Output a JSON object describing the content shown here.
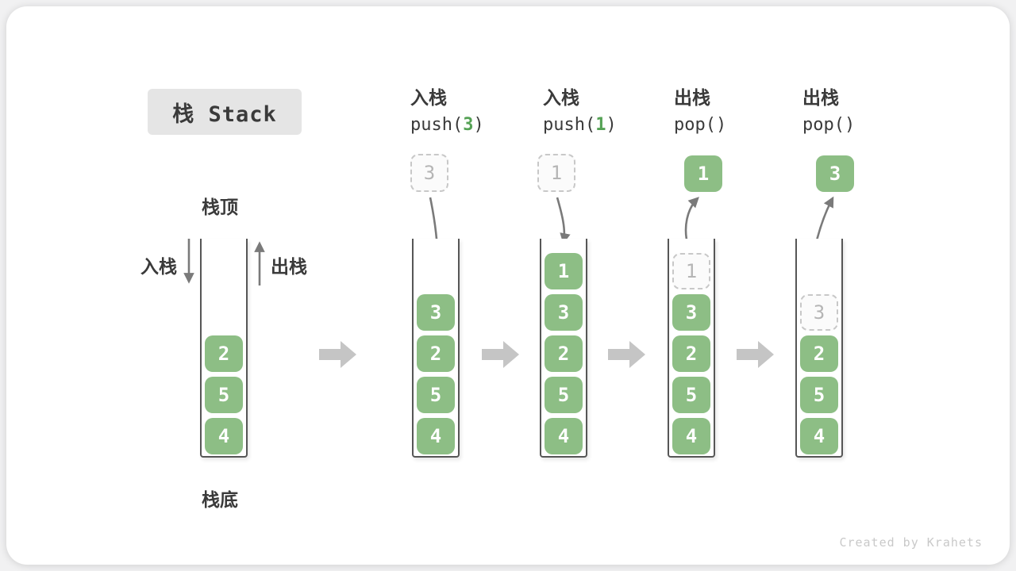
{
  "title": "栈 Stack",
  "first_stack": {
    "top_label": "栈顶",
    "bottom_label": "栈底",
    "push_side_label": "入栈",
    "pop_side_label": "出栈",
    "cells": [
      "2",
      "5",
      "4"
    ]
  },
  "stages": [
    {
      "action": "入栈",
      "code_pre": "push(",
      "code_num": "3",
      "code_post": ")",
      "incoming": "3",
      "cells": [
        "3",
        "2",
        "5",
        "4"
      ]
    },
    {
      "action": "入栈",
      "code_pre": "push(",
      "code_num": "1",
      "code_post": ")",
      "incoming": "1",
      "cells": [
        "1",
        "3",
        "2",
        "5",
        "4"
      ]
    },
    {
      "action": "出栈",
      "code_pre": "pop()",
      "code_num": "",
      "code_post": "",
      "outgoing": "1",
      "cells": [
        "1",
        "3",
        "2",
        "5",
        "4"
      ]
    },
    {
      "action": "出栈",
      "code_pre": "pop()",
      "code_num": "",
      "code_post": "",
      "outgoing": "3",
      "cells": [
        "3",
        "2",
        "5",
        "4"
      ]
    }
  ],
  "footer": "Created by Krahets",
  "colors": {
    "cell_green": "#8dbe85",
    "code_num_green": "#55a255",
    "text_dark": "#3a3a3a",
    "arrow_gray": "#7a7a7a",
    "block_arrow_gray": "#c5c5c5",
    "dashed_border": "#c8c8c8",
    "dashed_text": "#b5b5b5",
    "title_bg": "#e5e5e5",
    "footer_text": "#c9c9c9"
  }
}
